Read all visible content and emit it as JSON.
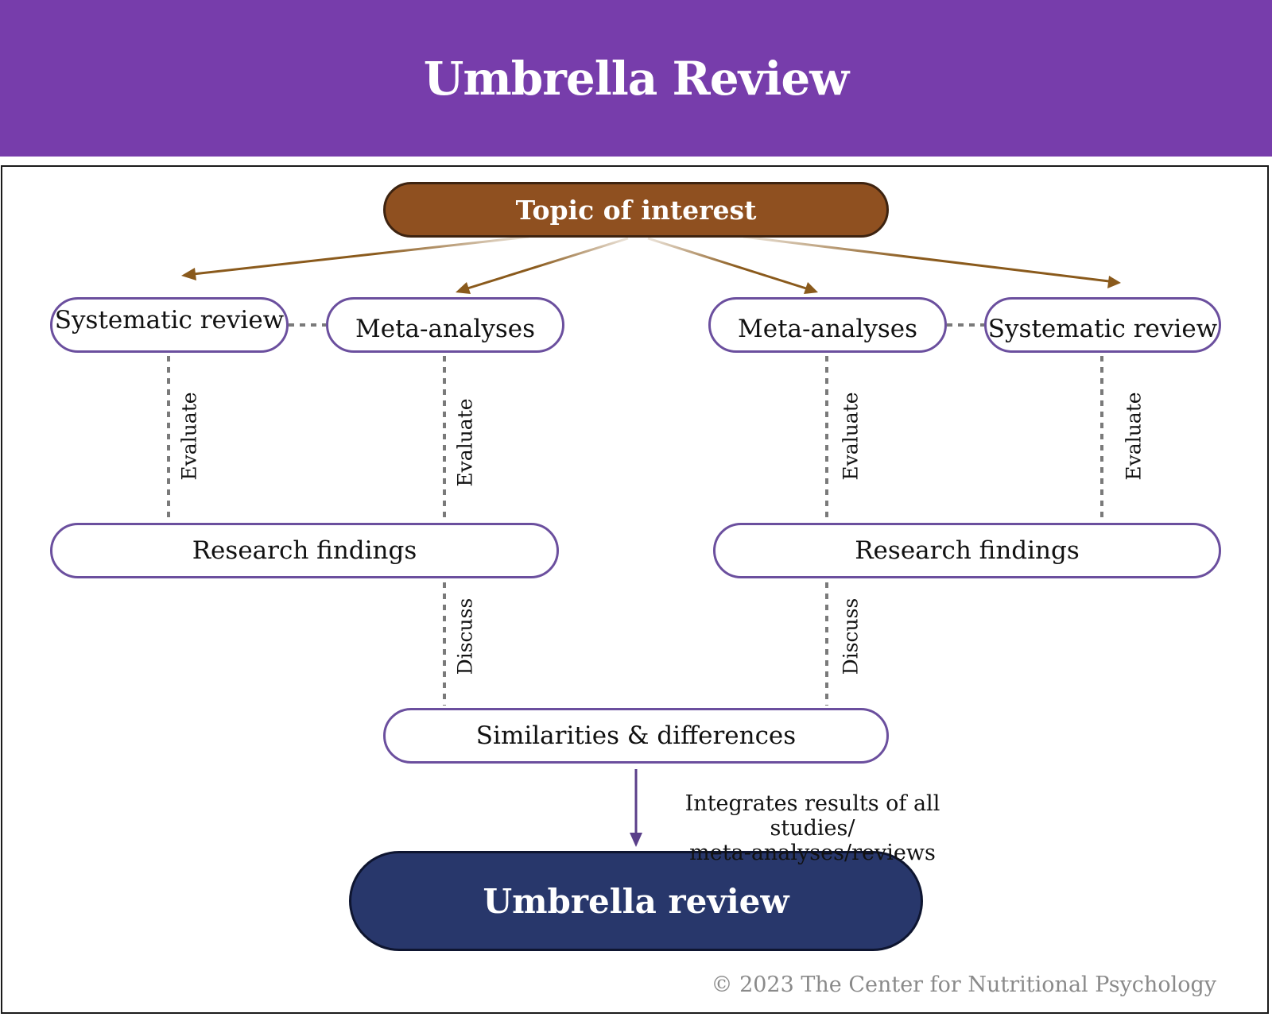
{
  "header": {
    "title": "Umbrella Review"
  },
  "nodes": {
    "topic": "Topic of interest",
    "left_systematic": "Systematic review",
    "left_meta": "Meta-analyses",
    "right_meta": "Meta-analyses",
    "right_systematic": "Systematic review",
    "left_findings": "Research findings",
    "right_findings": "Research findings",
    "similarities": "Similarities & differences",
    "umbrella": "Umbrella review"
  },
  "edge_labels": {
    "evaluate": "Evaluate",
    "discuss": "Discuss",
    "integrates_line1": "Integrates results of all studies/",
    "integrates_line2": "meta-analyses/reviews"
  },
  "footer": {
    "copyright": "© 2023 The Center for Nutritional Psychology"
  },
  "colors": {
    "banner": "#773dab",
    "topic_fill": "#8f5020",
    "node_border": "#6b4f9e",
    "umbrella_fill": "#28376b",
    "arrow_brown": "#8a5a1c",
    "arrow_purple": "#5a3f8a",
    "connector_gray": "#7a7a7a"
  }
}
